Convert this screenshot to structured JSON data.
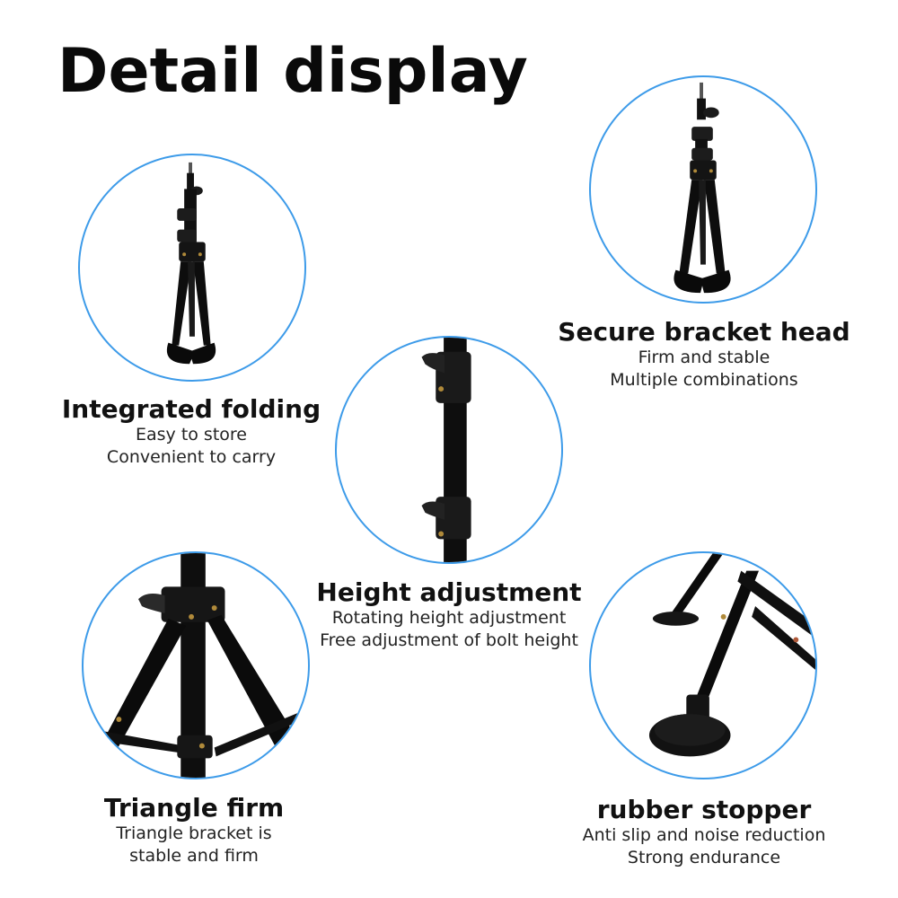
{
  "title": "Detail display",
  "accent_color": "#3d9be9",
  "features": {
    "folding": {
      "heading": "Integrated folding",
      "lines": [
        "Easy to store",
        "Convenient to carry"
      ]
    },
    "bracket_head": {
      "heading": "Secure bracket head",
      "lines": [
        "Firm and stable",
        "Multiple combinations"
      ]
    },
    "height": {
      "heading": "Height adjustment",
      "lines": [
        "Rotating height adjustment",
        "Free adjustment of bolt height"
      ]
    },
    "triangle": {
      "heading": "Triangle firm",
      "lines": [
        "Triangle bracket is",
        "stable and firm"
      ]
    },
    "rubber": {
      "heading": "rubber stopper",
      "lines": [
        "Anti slip and noise reduction",
        "Strong endurance"
      ]
    }
  }
}
